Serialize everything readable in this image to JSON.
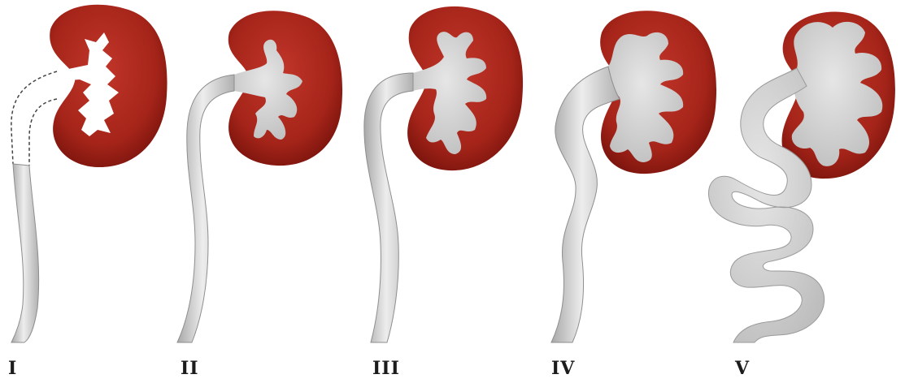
{
  "grades": [
    {
      "label": "I"
    },
    {
      "label": "II"
    },
    {
      "label": "III"
    },
    {
      "label": "IV"
    },
    {
      "label": "V"
    }
  ],
  "colors": {
    "kidney": "#a52419",
    "kidney_dark": "#7a140d",
    "kidney_light": "#c2362a",
    "collecting_system": "#d4d4d4",
    "ureter_outline": "#9a9a9a",
    "ureter_shine": "#efefef",
    "label": "#1c1c1c",
    "background": "#ffffff"
  }
}
